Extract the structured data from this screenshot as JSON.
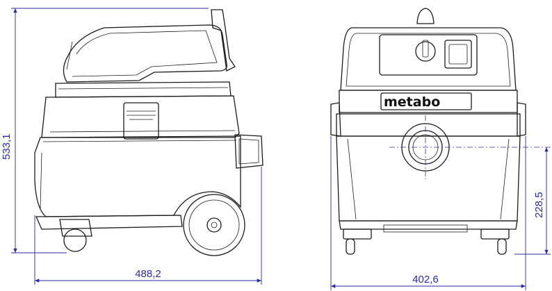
{
  "brand": {
    "logo_text": "metabo"
  },
  "dimensions": {
    "height": "533,1",
    "side_length": "488,2",
    "front_width": "402,6",
    "hose_inlet_height": "228,5"
  },
  "colors": {
    "dimension": "#2a2aa8",
    "outline": "#1a1a1a"
  }
}
